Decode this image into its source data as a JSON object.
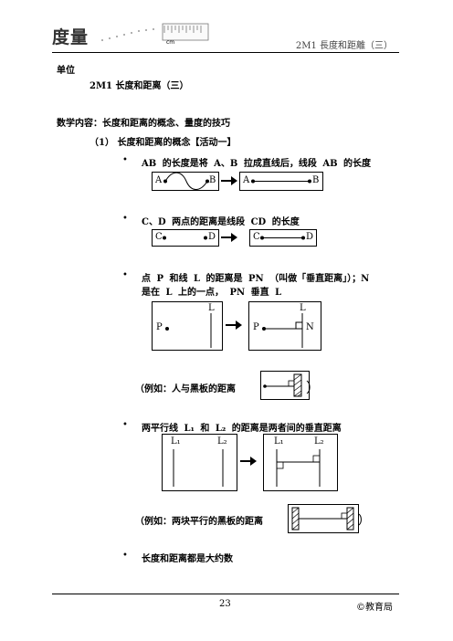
{
  "header": {
    "logo_text": "度量",
    "ruler_unit": "cm",
    "right_title": "2M1 長度和距離（三）"
  },
  "unit": {
    "label": "单位",
    "title": "2M1 长度和距离（三）"
  },
  "content_heading": "数学内容：长度和距离的概念、量度的技巧",
  "section_heading": "（1） 长度和距离的概念【活动一】",
  "bullets": [
    {
      "symbol": "•",
      "text": "AB 的长度是将 A、B 拉成直线后，线段 AB 的长度"
    },
    {
      "symbol": "•",
      "text": "C、D 两点的距离是线段 CD 的长度"
    },
    {
      "symbol": "•",
      "text": "点 P 和线 L 的距离是 PN （叫做「垂直距离」）；N"
    },
    {
      "symbol": "•",
      "text": "两平行线 L₁ 和 L₂ 的距离是两者间的垂直距离"
    },
    {
      "symbol": "•",
      "text": "长度和距离都是大约数"
    }
  ],
  "bullet3_line2": "是在 L 上的一点， PN 垂直 L",
  "example1": "（例如：人与黑板的距离",
  "example2": "（例如：两块平行的黑板的距离",
  "diagram_labels": {
    "A": "A",
    "B": "B",
    "C": "C",
    "D": "D",
    "P": "P",
    "L": "L",
    "N": "N",
    "L1": "L₁",
    "L2": "L₂"
  },
  "footer": {
    "page_number": "23",
    "right_text": "©教育局"
  }
}
